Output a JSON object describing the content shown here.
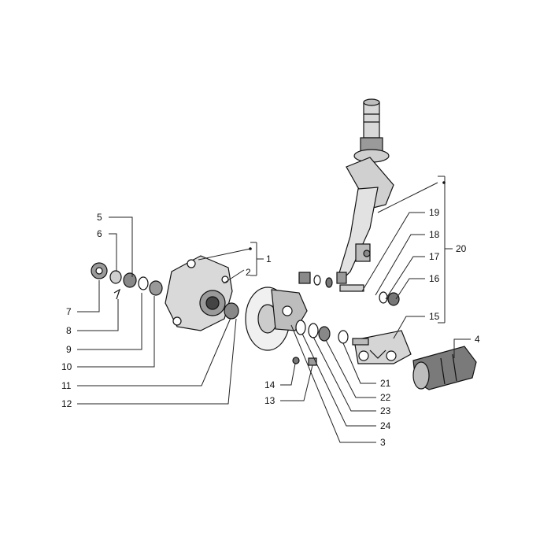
{
  "diagram": {
    "callouts": [
      {
        "id": "1",
        "label": "1"
      },
      {
        "id": "2",
        "label": "2"
      },
      {
        "id": "3",
        "label": "3"
      },
      {
        "id": "4",
        "label": "4"
      },
      {
        "id": "5",
        "label": "5"
      },
      {
        "id": "6",
        "label": "6"
      },
      {
        "id": "7",
        "label": "7"
      },
      {
        "id": "8",
        "label": "8"
      },
      {
        "id": "9",
        "label": "9"
      },
      {
        "id": "10",
        "label": "10"
      },
      {
        "id": "11",
        "label": "11"
      },
      {
        "id": "12",
        "label": "12"
      },
      {
        "id": "13",
        "label": "13"
      },
      {
        "id": "14",
        "label": "14"
      },
      {
        "id": "15",
        "label": "15"
      },
      {
        "id": "16",
        "label": "16"
      },
      {
        "id": "17",
        "label": "17"
      },
      {
        "id": "18",
        "label": "18"
      },
      {
        "id": "19",
        "label": "19"
      },
      {
        "id": "20",
        "label": "20"
      },
      {
        "id": "21",
        "label": "21"
      },
      {
        "id": "22",
        "label": "22"
      },
      {
        "id": "23",
        "label": "23"
      },
      {
        "id": "24",
        "label": "24"
      }
    ]
  },
  "colors": {
    "ink": "#111111",
    "part_fill": "#e6e6e6",
    "part_dark": "#9a9a9a",
    "background": "#ffffff"
  }
}
